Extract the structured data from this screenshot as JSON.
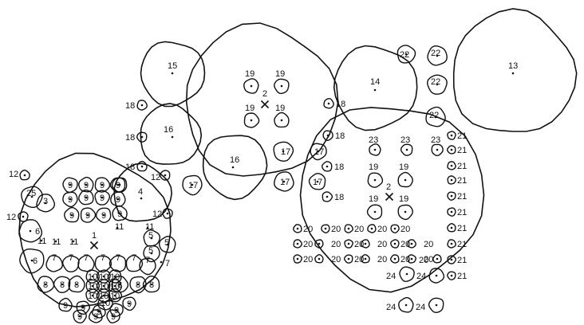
{
  "diagram": {
    "centers": {
      "mark": "×"
    },
    "labels": [
      "1",
      "2",
      "3",
      "4",
      "5",
      "6",
      "7",
      "8",
      "9",
      "10",
      "11",
      "12",
      "13",
      "14",
      "15",
      "16",
      "17",
      "18",
      "19",
      "20",
      "21",
      "22",
      "23",
      "24",
      "25"
    ]
  }
}
